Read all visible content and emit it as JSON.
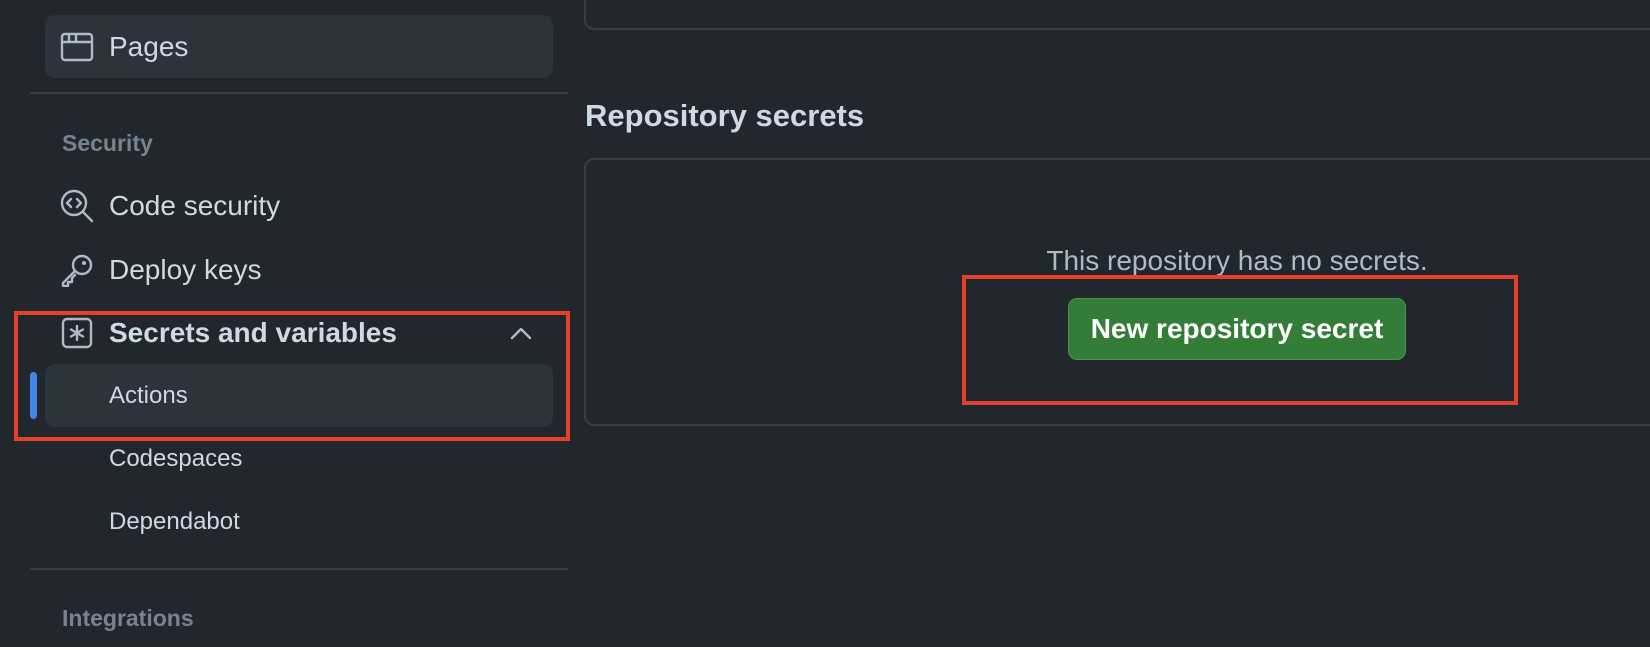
{
  "sidebar": {
    "pages_label": "Pages",
    "security_heading": "Security",
    "code_security_label": "Code security",
    "deploy_keys_label": "Deploy keys",
    "secrets_label": "Secrets and variables",
    "actions_label": "Actions",
    "codespaces_label": "Codespaces",
    "dependabot_label": "Dependabot",
    "integrations_heading": "Integrations"
  },
  "main": {
    "heading": "Repository secrets",
    "empty_text": "This repository has no secrets.",
    "new_secret_button": "New repository secret"
  },
  "icons": {
    "pages": "browser-icon",
    "code_security": "codescan-icon",
    "deploy_keys": "key-icon",
    "secrets": "asterisk-icon",
    "chevron": "chevron-up-icon"
  },
  "colors": {
    "background": "#22272e",
    "accent": "#4184e4",
    "button_green": "#347d39",
    "highlight_box": "#e5402a"
  }
}
